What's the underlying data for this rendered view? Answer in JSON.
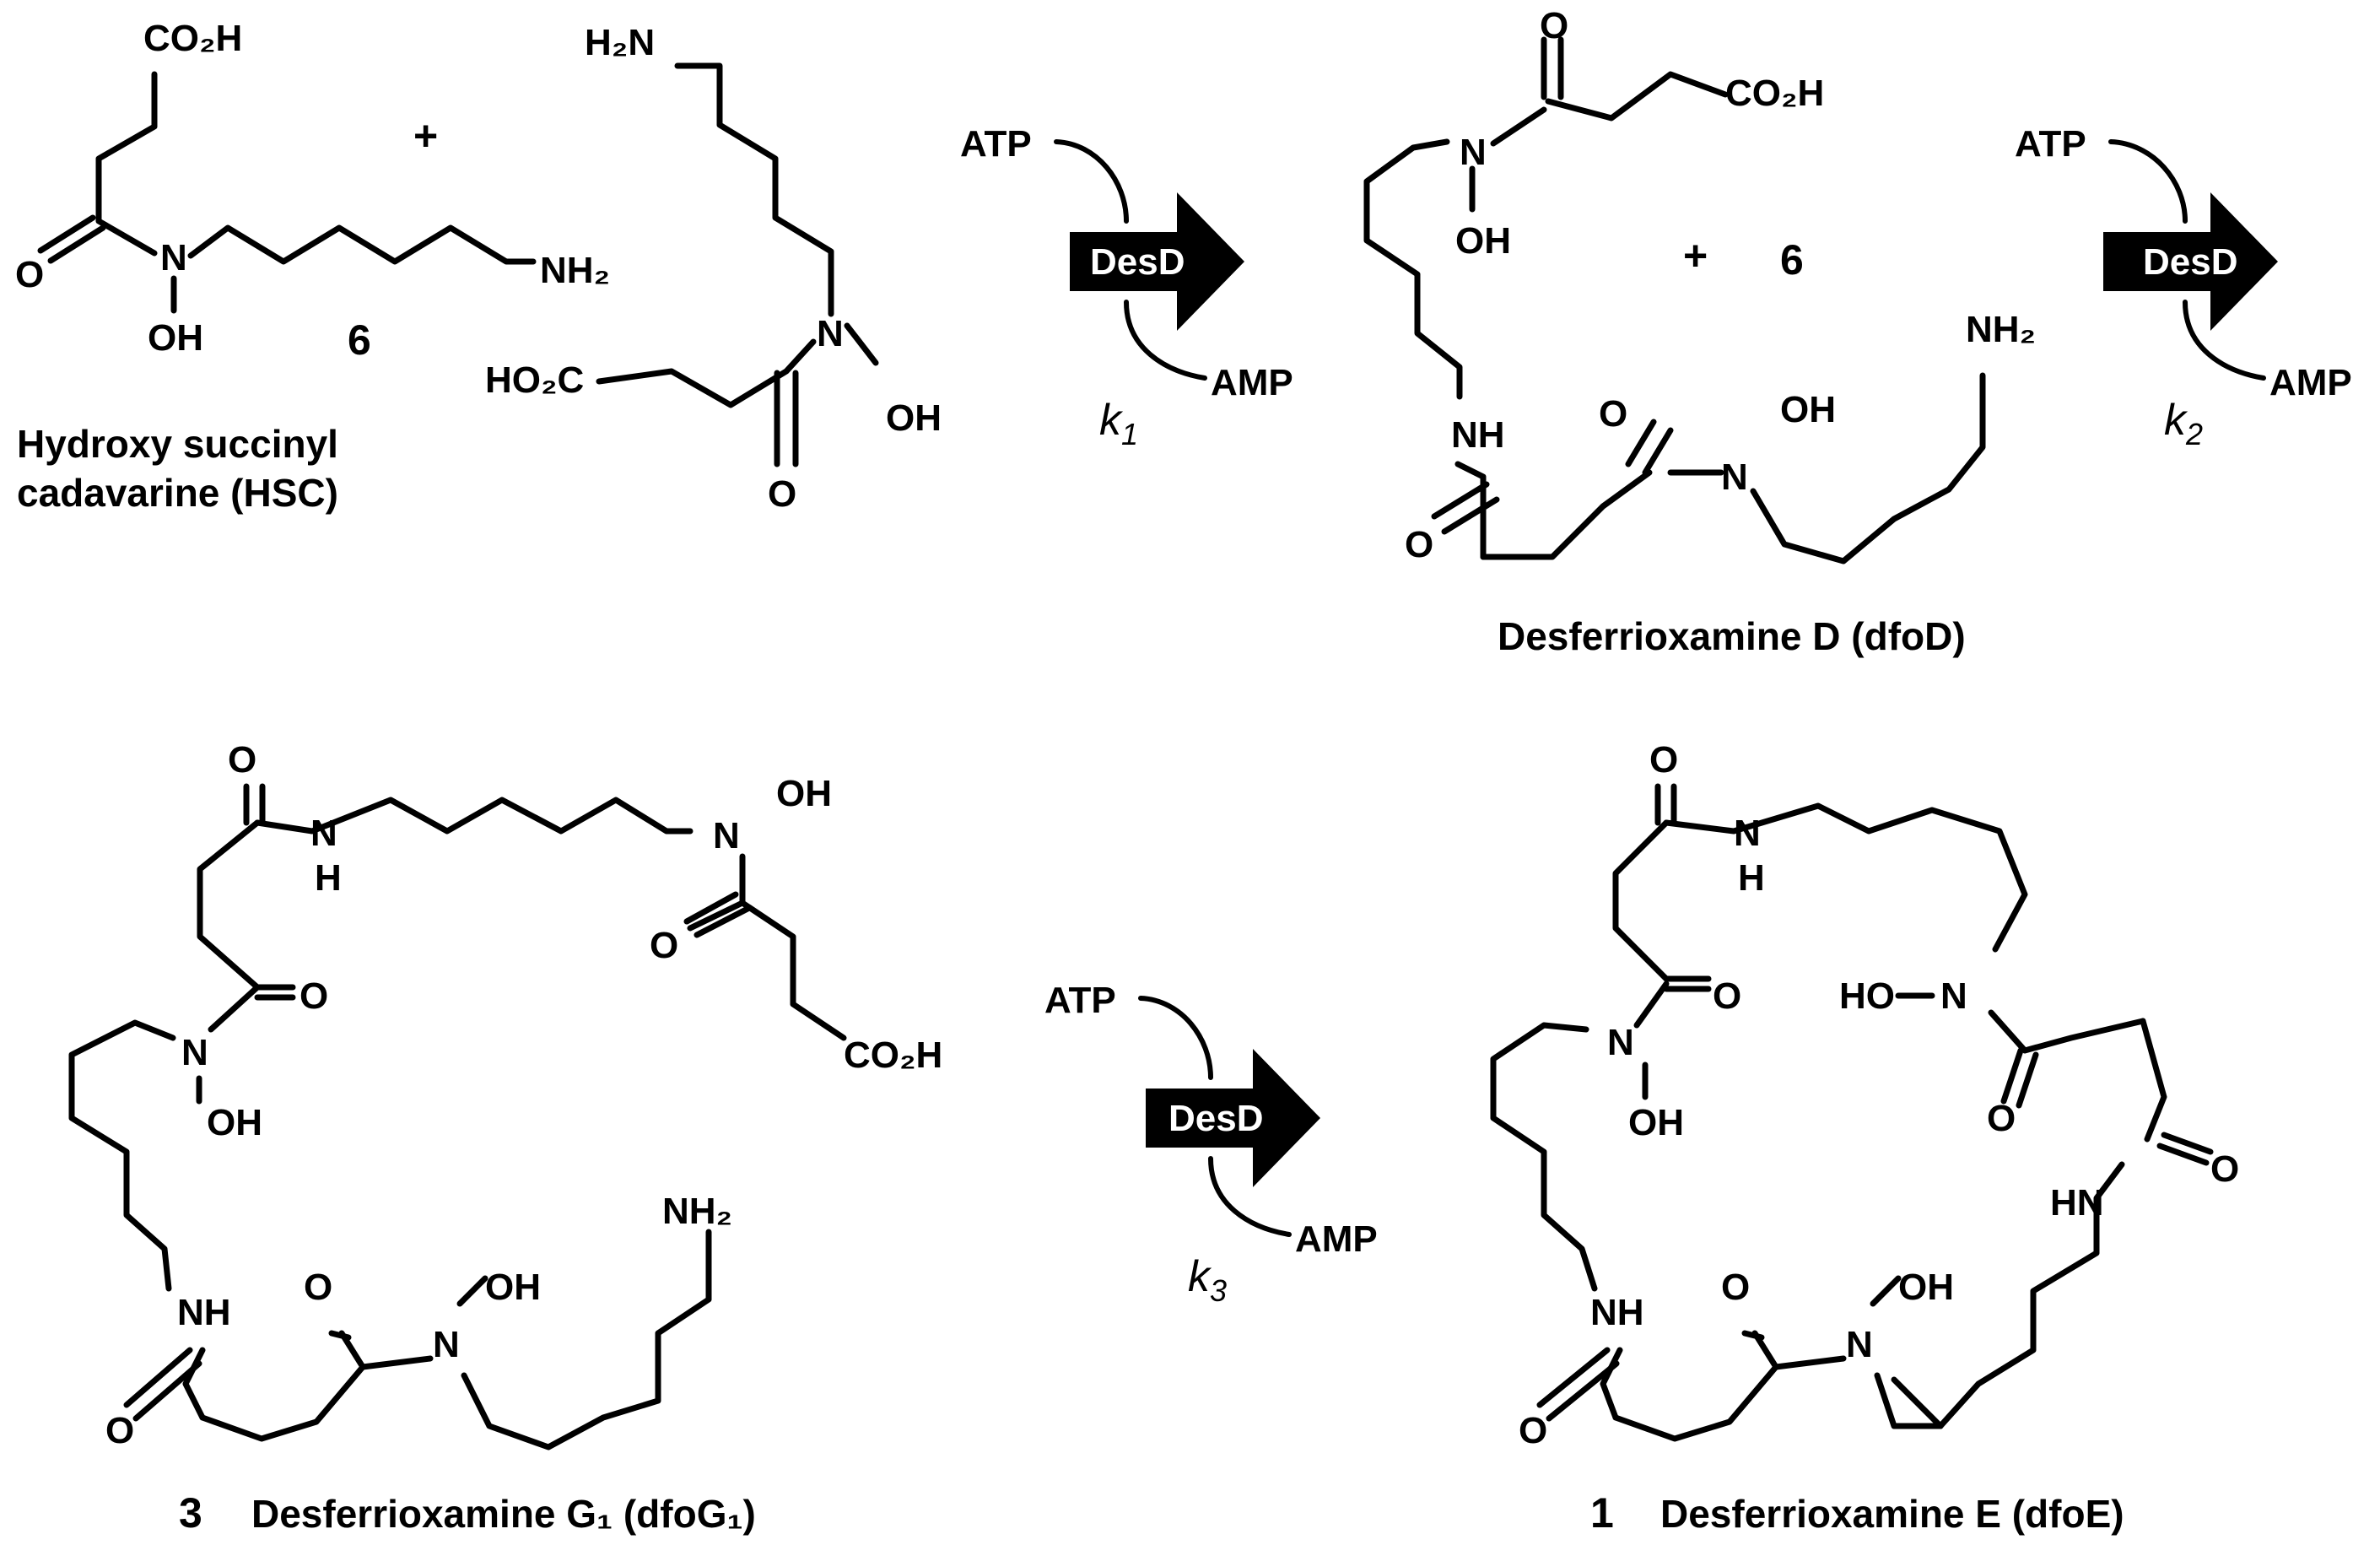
{
  "labels": {
    "co2h": "CO₂H",
    "ho2c": "HO₂C",
    "nh2": "NH₂",
    "h2n": "H₂N",
    "o": "O",
    "n": "N",
    "oh": "OH",
    "ho": "HO",
    "nh": "NH",
    "hn": "HN",
    "h": "H",
    "plus": "+"
  },
  "compounds": {
    "hsc_number": "6",
    "hsc_name_line1": "Hydroxy succinyl",
    "hsc_name_line2": "cadavarine (HSC)",
    "reagent_number": "6",
    "dfod_name": "Desferrioxamine D (dfoD)",
    "dfog1_number": "3",
    "dfog1_name": "Desferrioxamine G₁ (dfoG₁)",
    "dfoe_number": "1",
    "dfoe_name": "Desferrioxamine E (dfoE)"
  },
  "steps": [
    {
      "enzyme": "DesD",
      "cofactor_in": "ATP",
      "cofactor_out": "AMP",
      "rate": "k",
      "rate_sub": "1"
    },
    {
      "enzyme": "DesD",
      "cofactor_in": "ATP",
      "cofactor_out": "AMP",
      "rate": "k",
      "rate_sub": "2"
    },
    {
      "enzyme": "DesD",
      "cofactor_in": "ATP",
      "cofactor_out": "AMP",
      "rate": "k",
      "rate_sub": "3"
    }
  ]
}
